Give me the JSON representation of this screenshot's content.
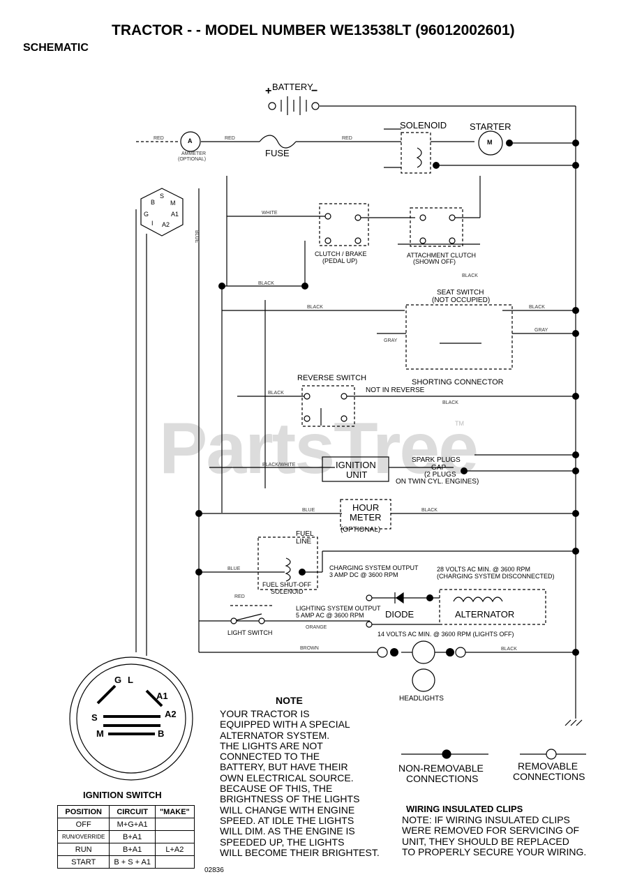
{
  "header": {
    "title": "TRACTOR - - MODEL NUMBER  WE13538LT (96012002601)",
    "subtitle": "SCHEMATIC"
  },
  "watermark": {
    "text": "PartsTree",
    "tm": "TM"
  },
  "components": {
    "battery": "BATTERY",
    "battery_pos": "+",
    "battery_neg": "−",
    "ammeter_letter": "A",
    "ammeter": "AMMETER",
    "ammeter_opt": "(OPTIONAL)",
    "fuse": "FUSE",
    "solenoid": "SOLENOID",
    "starter": "STARTER",
    "starter_letter": "M",
    "clutch": "CLUTCH / BRAKE",
    "clutch2": "(PEDAL UP)",
    "attach": "ATTACHMENT CLUTCH",
    "attach2": "(SHOWN OFF)",
    "seat": "SEAT SWITCH",
    "seat2": "(NOT OCCUPIED)",
    "shorting": "SHORTING CONNECTOR",
    "reverse": "REVERSE SWITCH",
    "not_reverse": "NOT IN REVERSE",
    "ignition_unit_1": "IGNITION",
    "ignition_unit_2": "UNIT",
    "spark_1": "SPARK PLUGS",
    "spark_2": "GAP",
    "spark_3": "(2 PLUGS",
    "spark_4": "ON TWIN CYL. ENGINES)",
    "hour_1": "HOUR",
    "hour_2": "METER",
    "hour_3": "(OPTIONAL)",
    "fuel_1": "FUEL",
    "fuel_2": "LINE",
    "fuel_shutoff_1": "FUEL SHUT-OFF",
    "fuel_shutoff_2": "SOLENOID",
    "charging_1": "CHARGING SYSTEM OUTPUT",
    "charging_2": "3 AMP DC @ 3600 RPM",
    "ac_1": "28 VOLTS AC MIN. @ 3600 RPM",
    "ac_2": "(CHARGING SYSTEM DISCONNECTED)",
    "lighting_1": "LIGHTING SYSTEM OUTPUT",
    "lighting_2": "5 AMP AC @ 3600 RPM",
    "diode": "DIODE",
    "alternator": "ALTERNATOR",
    "lightswitch": "LIGHT SWITCH",
    "volts14": "14 VOLTS AC MIN. @ 3600 RPM (LIGHTS OFF)",
    "headlights": "HEADLIGHTS"
  },
  "wires": {
    "red1": "RED",
    "red2": "RED",
    "red3": "RED",
    "red4": "RED",
    "white": "WHITE",
    "blue_v": "BLUE",
    "black1": "BLACK",
    "black2": "BLACK",
    "black3": "BLACK",
    "black4": "BLACK",
    "black5": "BLACK",
    "black6": "BLACK",
    "black7": "BLACK",
    "black8": "BLACK",
    "gray1": "GRAY",
    "gray2": "GRAY",
    "blackwhite": "BLACK/WHITE",
    "blue1": "BLUE",
    "blue2": "BLUE",
    "orange": "ORANGE",
    "brown": "BROWN"
  },
  "ignition_switch": {
    "title": "IGNITION SWITCH",
    "terminals": [
      "G",
      "L",
      "A1",
      "A2",
      "S",
      "M",
      "B",
      "I"
    ],
    "table": {
      "headers": [
        "POSITION",
        "CIRCUIT",
        "\"MAKE\""
      ],
      "rows": [
        [
          "OFF",
          "M+G+A1",
          ""
        ],
        [
          "RUN/OVERRIDE",
          "B+A1",
          ""
        ],
        [
          "RUN",
          "B+A1",
          "L+A2"
        ],
        [
          "START",
          "B + S + A1",
          ""
        ]
      ]
    }
  },
  "note": {
    "title": "NOTE",
    "lines": [
      "YOUR TRACTOR IS",
      "EQUIPPED WITH A SPECIAL",
      "ALTERNATOR SYSTEM.",
      "THE LIGHTS ARE NOT",
      "CONNECTED TO THE",
      "BATTERY, BUT HAVE THEIR",
      "OWN ELECTRICAL SOURCE.",
      "BECAUSE OF THIS, THE",
      "BRIGHTNESS OF THE LIGHTS",
      "WILL CHANGE WITH ENGINE",
      "SPEED.  AT IDLE THE LIGHTS",
      "WILL DIM.  AS THE ENGINE IS",
      "SPEEDED UP, THE LIGHTS",
      "WILL BECOME THEIR BRIGHTEST."
    ]
  },
  "legend": {
    "nonremovable_1": "NON-REMOVABLE",
    "nonremovable_2": "CONNECTIONS",
    "removable_1": "REMOVABLE",
    "removable_2": "CONNECTIONS"
  },
  "clips": {
    "title": "WIRING INSULATED CLIPS",
    "lines": [
      "NOTE: IF WIRING INSULATED CLIPS",
      "WERE REMOVED FOR SERVICING OF",
      "UNIT, THEY SHOULD BE REPLACED",
      "TO PROPERLY SECURE YOUR WIRING."
    ]
  },
  "drawing_number": "02836"
}
